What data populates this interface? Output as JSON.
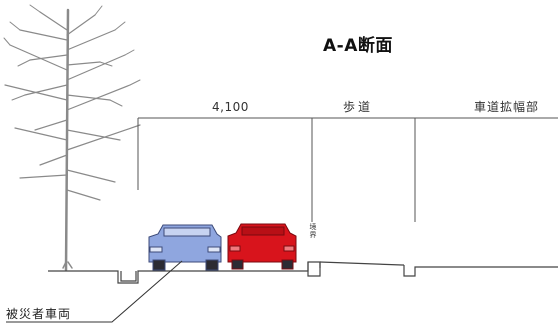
{
  "title": "A-A断面",
  "dimension_label": "4,100",
  "sidewalk_label": "歩道",
  "widening_label": "車道拡幅部",
  "curb_label": "境界",
  "vehicle_label": "被災者車両",
  "colors": {
    "victim_car": "#8fa6df",
    "red_car": "#d8141c",
    "line": "#555555",
    "tree": "#8a8a8a"
  }
}
